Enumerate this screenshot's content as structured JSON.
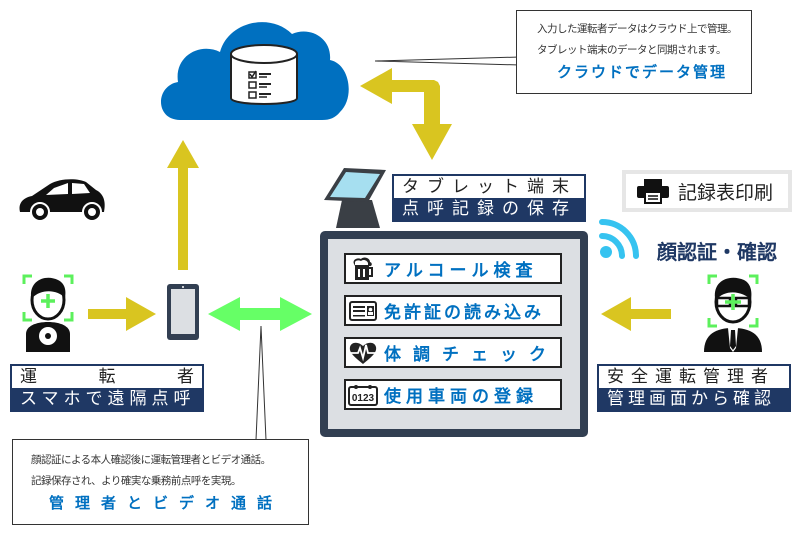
{
  "cloud": {
    "callout_line1": "入力した運転者データはクラウド上で管理。",
    "callout_line2": "タブレット端末のデータと同期されます。",
    "callout_headline": "クラウドでデータ管理"
  },
  "tablet": {
    "label_top": "タブレット端末",
    "label_bottom": "点呼記録の保存",
    "menu": [
      {
        "icon": "beer-mug-icon",
        "label": "アルコール検査"
      },
      {
        "icon": "license-card-icon",
        "label": "免許証の読み込み"
      },
      {
        "icon": "heartbeat-icon",
        "label": "体調チェック"
      },
      {
        "icon": "license-plate-icon",
        "label": "使用車両の登録",
        "plate_text": "0123"
      }
    ]
  },
  "print": {
    "label": "記録表印刷"
  },
  "manager": {
    "face_auth_label": "顔認証・確認",
    "label_top": "安全運転管理者",
    "label_bottom": "管理画面から確認"
  },
  "driver": {
    "label_top": [
      "運",
      "転",
      "者"
    ],
    "label_bottom": "スマホで遠隔点呼"
  },
  "video": {
    "callout_line1": "顔認証による本人確認後に運転管理者とビデオ通話。",
    "callout_line2": "記録保存され、より確実な乗務前点呼を実現。",
    "callout_headline": "管理者とビデオ通話"
  },
  "colors": {
    "cloud_blue": "#0070c0",
    "arrow_yellow": "#d9c520",
    "arrow_green": "#66ff66",
    "navy": "#1f3864",
    "face_frame_green": "#5cf05c",
    "wifi_blue": "#36c3f0"
  }
}
